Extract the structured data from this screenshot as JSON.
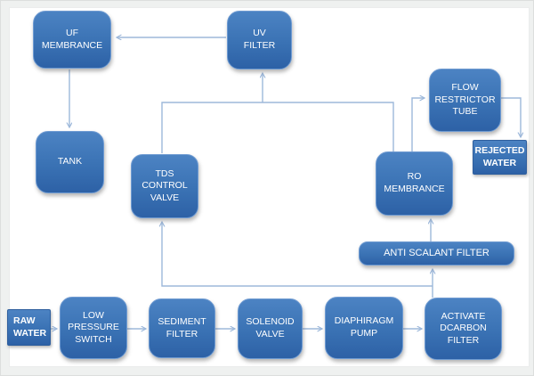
{
  "diagram": {
    "type": "flowchart",
    "subject": "RO water purifier process flow",
    "nodes": {
      "uf_membrance": {
        "label": "UF\nMEMBRANCE"
      },
      "uv_filter": {
        "label": "UV\nFILTER"
      },
      "flow_restrictor": {
        "label": "FLOW\nRESTRICTOR\nTUBE"
      },
      "tank": {
        "label": "TANK"
      },
      "tds_control_valve": {
        "label": "TDS\nCONTROL\nVALVE"
      },
      "ro_membrance": {
        "label": "RO\nMEMBRANCE"
      },
      "anti_scalant": {
        "label": "ANTI SCALANT FILTER"
      },
      "raw_water": {
        "label": "RAW\nWATER"
      },
      "low_pressure": {
        "label": "LOW\nPRESSURE\nSWITCH"
      },
      "sediment_filter": {
        "label": "SEDIMENT\nFILTER"
      },
      "solenoid_valve": {
        "label": "SOLENOID\nVALVE"
      },
      "diaphiragm_pump": {
        "label": "DIAPHIRAGM\nPUMP"
      },
      "activate_dcarbon": {
        "label": "ACTIVATE\nDCARBON\nFILTER"
      },
      "rejected_water": {
        "label": "REJECTED\nWATER"
      }
    },
    "edges": [
      {
        "from": "raw_water",
        "to": "low_pressure"
      },
      {
        "from": "low_pressure",
        "to": "sediment_filter"
      },
      {
        "from": "sediment_filter",
        "to": "solenoid_valve"
      },
      {
        "from": "solenoid_valve",
        "to": "diaphiragm_pump"
      },
      {
        "from": "diaphiragm_pump",
        "to": "activate_dcarbon"
      },
      {
        "from": "activate_dcarbon",
        "to": "anti_scalant"
      },
      {
        "from": "activate_dcarbon",
        "to": "tds_control_valve"
      },
      {
        "from": "anti_scalant",
        "to": "ro_membrance"
      },
      {
        "from": "ro_membrance",
        "to": "uv_filter"
      },
      {
        "from": "tds_control_valve",
        "to": "uv_filter"
      },
      {
        "from": "ro_membrance",
        "to": "flow_restrictor"
      },
      {
        "from": "flow_restrictor",
        "to": "rejected_water"
      },
      {
        "from": "uv_filter",
        "to": "uf_membrance"
      },
      {
        "from": "uf_membrance",
        "to": "tank"
      }
    ],
    "colors": {
      "node_fill_top": "#4c83c3",
      "node_fill_bottom": "#2d61a6",
      "node_text": "#ffffff",
      "connector": "#9db8da",
      "canvas_bg": "#ffffff",
      "page_margin": "#eff1f0"
    }
  }
}
